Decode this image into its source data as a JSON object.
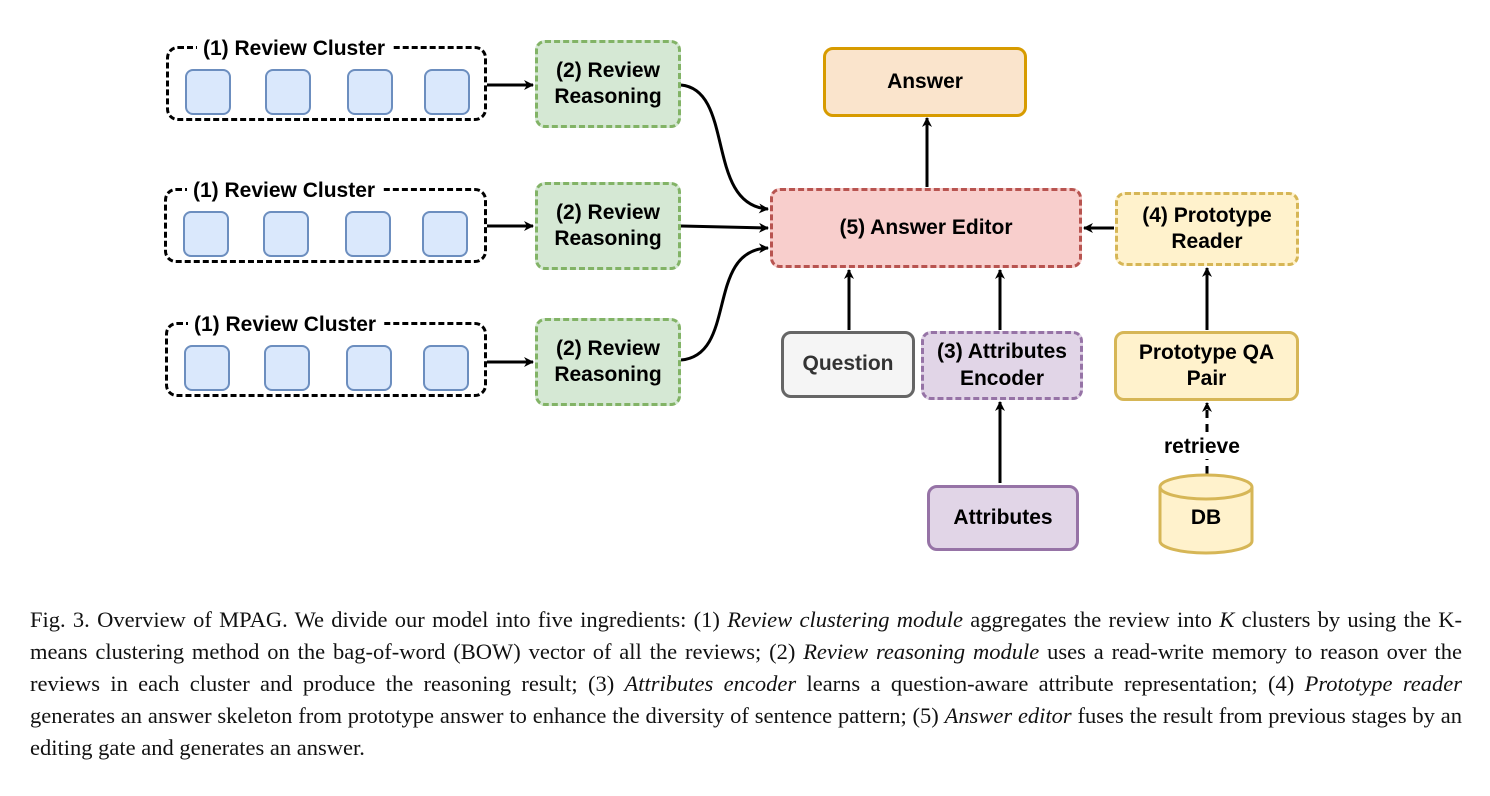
{
  "diagram": {
    "clusters": [
      {
        "label": "(1) Review Cluster",
        "reasoning": "(2) Review\nReasoning"
      },
      {
        "label": "(1) Review Cluster",
        "reasoning": "(2) Review\nReasoning"
      },
      {
        "label": "(1) Review Cluster",
        "reasoning": "(2) Review\nReasoning"
      }
    ],
    "answer": "Answer",
    "answer_editor": "(5) Answer Editor",
    "prototype_reader": "(4) Prototype\nReader",
    "question": "Question",
    "attributes_encoder": "(3) Attributes\nEncoder",
    "prototype_qa_pair": "Prototype QA\nPair",
    "retrieve_label": "retrieve",
    "attributes": "Attributes",
    "db": "DB"
  },
  "caption": {
    "lead": "Fig. 3.  Overview of MPAG. We divide our model into five ingredients: (1) ",
    "t1": "Review clustering module",
    "s1": " aggregates the review into ",
    "k": "K",
    "s1b": " clusters by using the K-means clustering method on the bag-of-word (BOW) vector of all the reviews; (2) ",
    "t2": "Review reasoning module",
    "s2": " uses a read-write memory to reason over the reviews in each cluster and produce the reasoning result; (3) ",
    "t3": "Attributes encoder",
    "s3": " learns a question-aware attribute representation; (4) ",
    "t4": "Prototype reader",
    "s4": " generates an answer skeleton from prototype answer to enhance the diversity of sentence pattern; (5) ",
    "t5": "Answer editor",
    "s5": " fuses the result from previous stages by an editing gate and generates an answer."
  }
}
